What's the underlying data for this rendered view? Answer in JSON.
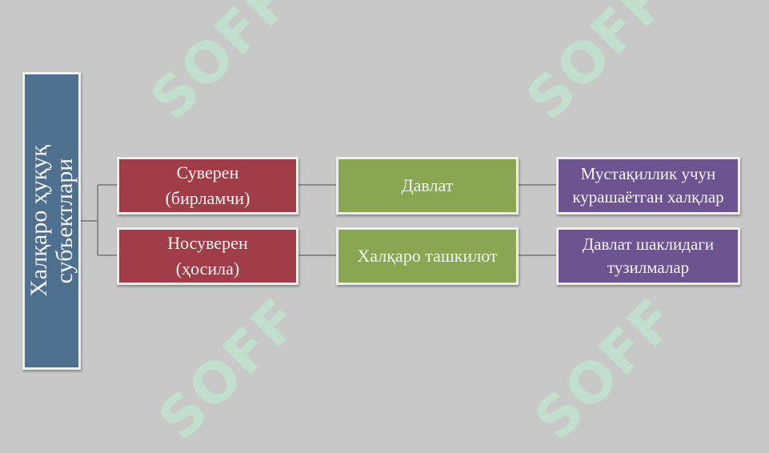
{
  "diagram": {
    "root": {
      "label": "Халқаро ҳуқуқ\nсубъектлари",
      "color": "#4f6f8f"
    },
    "level1": [
      {
        "label": "Суверен\n(бирламчи)",
        "color": "#a03d49"
      },
      {
        "label": "Носуверен\n(ҳосила)",
        "color": "#a03d49"
      }
    ],
    "level2": [
      {
        "label": "Давлат",
        "color": "#89a653"
      },
      {
        "label": "Халқаро ташкилот",
        "color": "#89a653"
      }
    ],
    "level3": [
      {
        "label": "Мустақиллик учун\nкурашаётган халқлар",
        "color": "#6d5491"
      },
      {
        "label": "Давлат шаклидаги\nтузилмалар",
        "color": "#6d5491"
      }
    ]
  },
  "watermark": {
    "text": "SOFF",
    "color": "#bef0d2"
  }
}
